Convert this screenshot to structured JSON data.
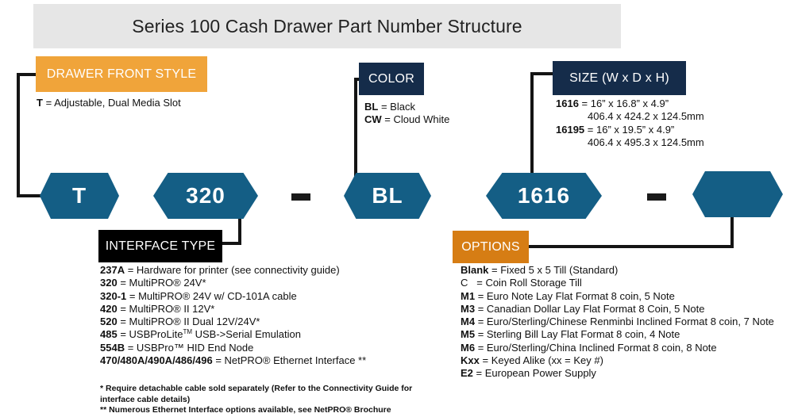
{
  "title": "Series 100 Cash Drawer Part Number Structure",
  "segments": {
    "front_style": "T",
    "interface": "320",
    "color": "BL",
    "size": "1616",
    "options": "",
    "dash_1": "-",
    "dash_2": "-"
  },
  "categories": {
    "drawer_front_style": {
      "label": "DRAWER FRONT STYLE",
      "items": [
        {
          "code": "T",
          "desc": "= Adjustable, Dual Media Slot"
        }
      ]
    },
    "color": {
      "label": "COLOR",
      "items": [
        {
          "code": "BL",
          "desc": "= Black"
        },
        {
          "code": "CW",
          "desc": "= Cloud White"
        }
      ]
    },
    "size": {
      "label": "SIZE (W x D x H)",
      "items": [
        {
          "code": "1616",
          "desc": "= 16” x 16.8” x 4.9”",
          "metric": "406.4 x 424.2 x 124.5mm"
        },
        {
          "code": "16195",
          "desc": "= 16” x 19.5” x 4.9”",
          "metric": "406.4 x 495.3 x 124.5mm"
        }
      ]
    },
    "interface_type": {
      "label": "INTERFACE TYPE",
      "items": [
        {
          "code": "237A",
          "desc": "= Hardware for printer (see connectivity guide)"
        },
        {
          "code": "320",
          "desc": "= MultiPRO® 24V*"
        },
        {
          "code": "320-1",
          "desc": "= MultiPRO® 24V w/ CD-101A cable"
        },
        {
          "code": "420",
          "desc": "= MultiPRO® II 12V*"
        },
        {
          "code": "520",
          "desc": "= MultiPRO® II Dual 12V/24V*"
        },
        {
          "code": "485",
          "desc_pre": "= USBProLite",
          "desc_sup": "TM",
          "desc_post": " USB->Serial Emulation"
        },
        {
          "code": "554B",
          "desc": "= USBPro™ HID End Node"
        },
        {
          "code": "470/480A/490A/486/496",
          "desc": "= NetPRO® Ethernet Interface **"
        }
      ]
    },
    "options": {
      "label": "OPTIONS",
      "items": [
        {
          "code": "Blank",
          "desc": "= Fixed 5 x 5 Till (Standard)",
          "bold": true
        },
        {
          "code": "C",
          "desc": "= Coin Roll Storage Till",
          "bold": false
        },
        {
          "code": "M1",
          "desc": "= Euro Note Lay Flat Format 8 coin, 5 Note",
          "bold": true
        },
        {
          "code": "M3",
          "desc": "= Canadian Dollar Lay Flat Format 8 Coin, 5 Note",
          "bold": true
        },
        {
          "code": "M4",
          "desc": "= Euro/Sterling/Chinese Renminbi Inclined Format 8 coin, 7 Note",
          "bold": true
        },
        {
          "code": "M5",
          "desc": "= Sterling Bill Lay Flat Format 8 coin, 4 Note",
          "bold": true
        },
        {
          "code": "M6",
          "desc": "= Euro/Sterling/China Inclined Format 8 coin, 8 Note",
          "bold": true
        },
        {
          "code": "Kxx",
          "desc": "= Keyed Alike (xx = Key #)",
          "bold": true
        },
        {
          "code": "E2",
          "desc": "= European Power Supply",
          "bold": true
        }
      ]
    }
  },
  "footnotes": {
    "note_1": "* Require detachable cable sold separately (Refer to the Connectivity Guide for interface cable details)",
    "note_2": "** Numerous Ethernet Interface options available, see NetPRO® Brochure"
  },
  "colors": {
    "hexagon": "#145e85",
    "drawer_front_style_label": "#f0a43a",
    "color_label": "#152c4a",
    "size_label": "#152c4a",
    "interface_label": "#000000",
    "options_label": "#d67d14",
    "title_bg": "#e6e6e6"
  }
}
